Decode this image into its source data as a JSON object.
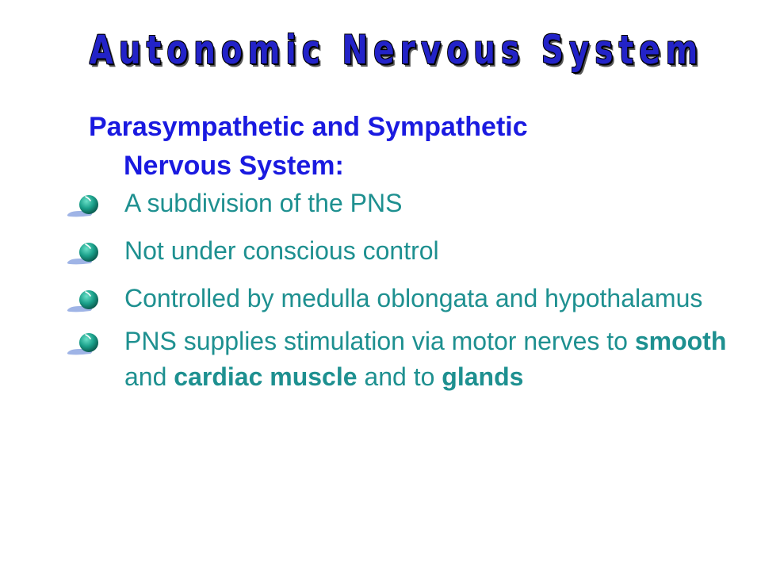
{
  "title": "Autonomic Nervous System",
  "subtitle": {
    "line1": "Parasympathetic and Sympathetic",
    "line2": "Nervous System:"
  },
  "bullets": [
    {
      "text": "A subdivision of the PNS"
    },
    {
      "text": "Not under conscious control"
    },
    {
      "text": "Controlled by medulla oblongata and hypothalamus"
    },
    {
      "text_before": "PNS supplies stimulation via motor nerves to ",
      "bold1": "smooth",
      "text_mid1": " and ",
      "bold2": "cardiac muscle",
      "text_mid2": " and to ",
      "bold3": "glands"
    }
  ],
  "colors": {
    "title": "#2323c8",
    "subtitle": "#1a1ae0",
    "body": "#1e9090",
    "bullet_orb": "#1aa08a"
  },
  "icons": {
    "bullet": "green-orb-bullet-icon"
  }
}
